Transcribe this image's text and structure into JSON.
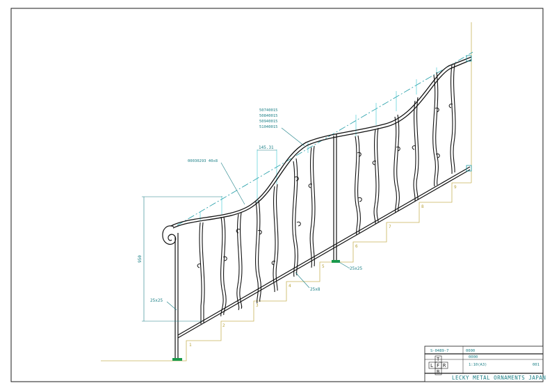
{
  "dimensions": {
    "height_label": "950",
    "spacing_label": "145.31",
    "post_left_label": "25x25",
    "post_mid_label": "25x25",
    "bar_label": "25x8",
    "rail_label": "00030293 40x8",
    "part_codes": [
      "50740015",
      "50840015",
      "50940015",
      "51040015"
    ]
  },
  "steps": [
    "1",
    "2",
    "3",
    "4",
    "5",
    "6",
    "7",
    "8",
    "9"
  ],
  "title_block": {
    "drawing_no": "S-0489-7",
    "field_top": "0000",
    "field_mid": "0000",
    "scale_text": "1:10(A3)",
    "sheet_no": "001",
    "views": [
      "T",
      "L",
      "F",
      "R",
      "B"
    ],
    "company": "LECKY METAL ORNAMENTS JAPAN"
  },
  "colors": {
    "frame": "#1a1a1a",
    "annotation": "#1a7f86",
    "stairs": "#b8a23a",
    "railing": "#111111"
  }
}
